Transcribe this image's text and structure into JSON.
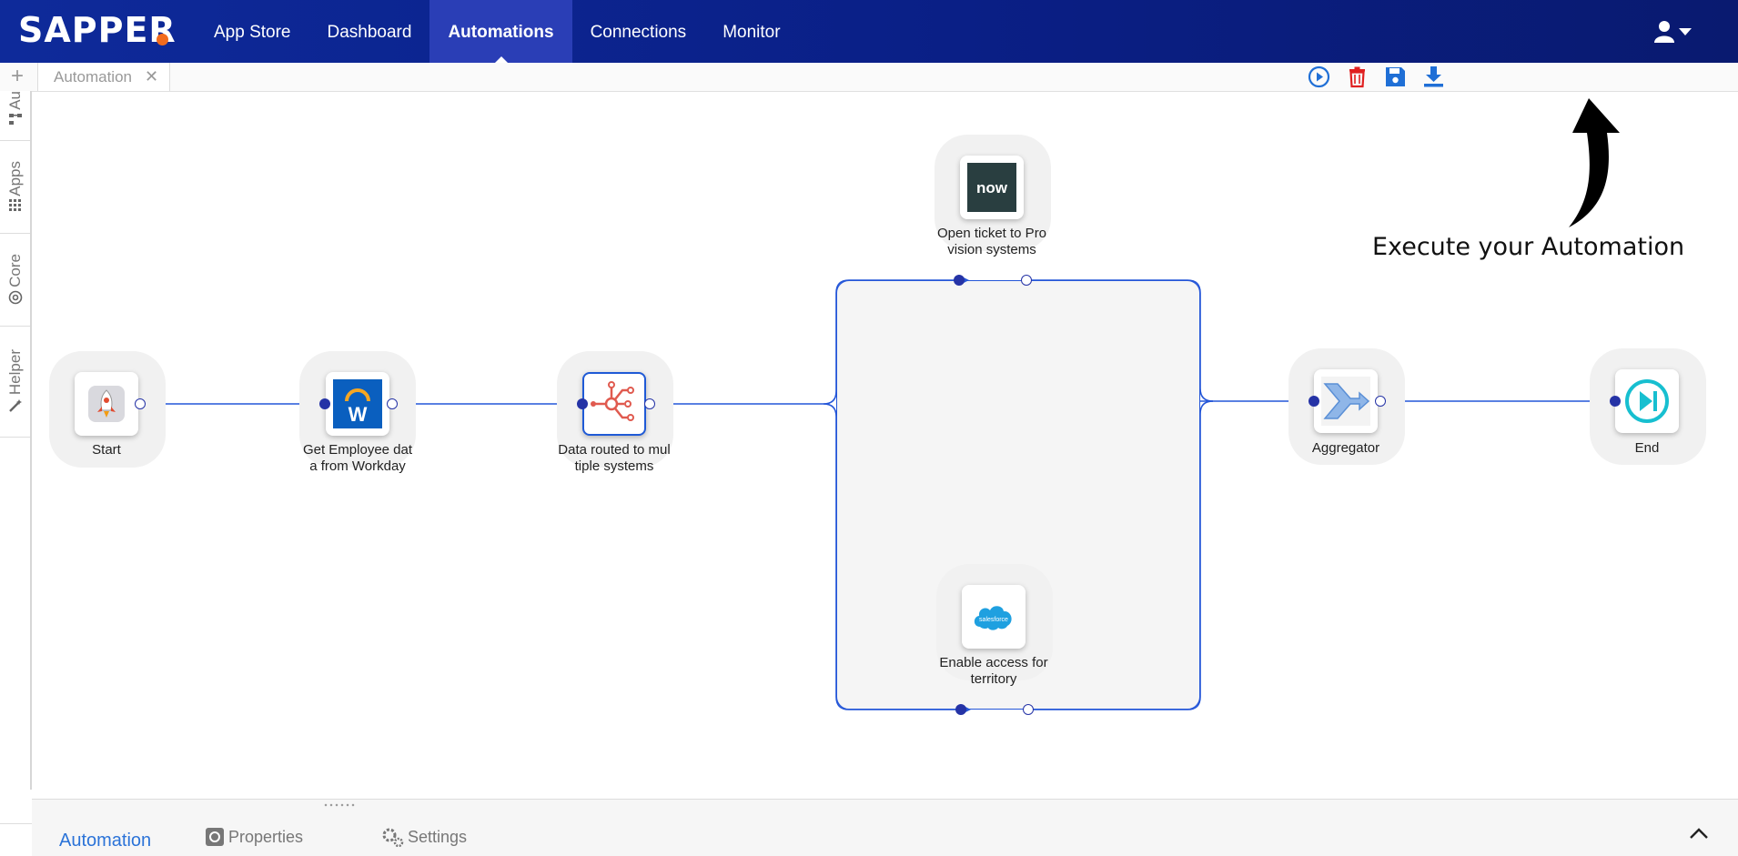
{
  "app": {
    "logo_text": "SAPPER",
    "brand_color": "#0e2a9a",
    "accent_color": "#f26b1d"
  },
  "nav": {
    "items": [
      {
        "label": "App Store",
        "active": false
      },
      {
        "label": "Dashboard",
        "active": false
      },
      {
        "label": "Automations",
        "active": true
      },
      {
        "label": "Connections",
        "active": false
      },
      {
        "label": "Monitor",
        "active": false
      }
    ],
    "user_icon": "user-dropdown-icon"
  },
  "tabs": {
    "items": [
      {
        "label": "Automation"
      }
    ],
    "add_icon": "plus-icon",
    "close_icon": "close-icon"
  },
  "toolbar": {
    "buttons": [
      {
        "icon": "play-circle-icon",
        "color": "#1f6fd6"
      },
      {
        "icon": "trash-icon",
        "color": "#e02020"
      },
      {
        "icon": "save-icon",
        "color": "#1f6fd6"
      },
      {
        "icon": "download-icon",
        "color": "#1f6fd6"
      }
    ]
  },
  "sidebar": {
    "tabs": [
      {
        "label": "Au",
        "icon": "sitemap-icon"
      },
      {
        "label": "Apps",
        "icon": "grid-icon"
      },
      {
        "label": "Core",
        "icon": "cog-circle-icon"
      },
      {
        "label": "Helper",
        "icon": "wand-icon"
      }
    ]
  },
  "flow": {
    "nodes": [
      {
        "label": "Start",
        "icon": "rocket-icon"
      },
      {
        "label": "Get Employee dat a from Workday",
        "label_lines": [
          "Get Employee dat",
          "a from Workday"
        ],
        "icon": "workday-icon"
      },
      {
        "label": "Data routed to mul tiple systems",
        "label_lines": [
          "Data routed to mul",
          "tiple systems"
        ],
        "icon": "router-icon"
      },
      {
        "label": "Open ticket to Pro vision systems",
        "label_lines": [
          "Open ticket to Pro",
          "vision systems"
        ],
        "icon": "servicenow-icon",
        "logo_text": "now"
      },
      {
        "label": "Enable access for territory",
        "label_lines": [
          "Enable access for",
          "territory"
        ],
        "icon": "salesforce-icon",
        "logo_text": "salesforce"
      },
      {
        "label": "Aggregator",
        "icon": "merge-icon"
      },
      {
        "label": "End",
        "icon": "skip-end-icon"
      }
    ],
    "wire_color": "#2456d8"
  },
  "annotation": {
    "text": "Execute your Automation"
  },
  "bottom_panel": {
    "tabs": [
      {
        "label": "Automation",
        "active": true
      },
      {
        "label": "Properties",
        "icon": "properties-icon"
      },
      {
        "label": "Settings",
        "icon": "gears-icon"
      }
    ],
    "collapse_icon": "chevron-up-icon"
  }
}
